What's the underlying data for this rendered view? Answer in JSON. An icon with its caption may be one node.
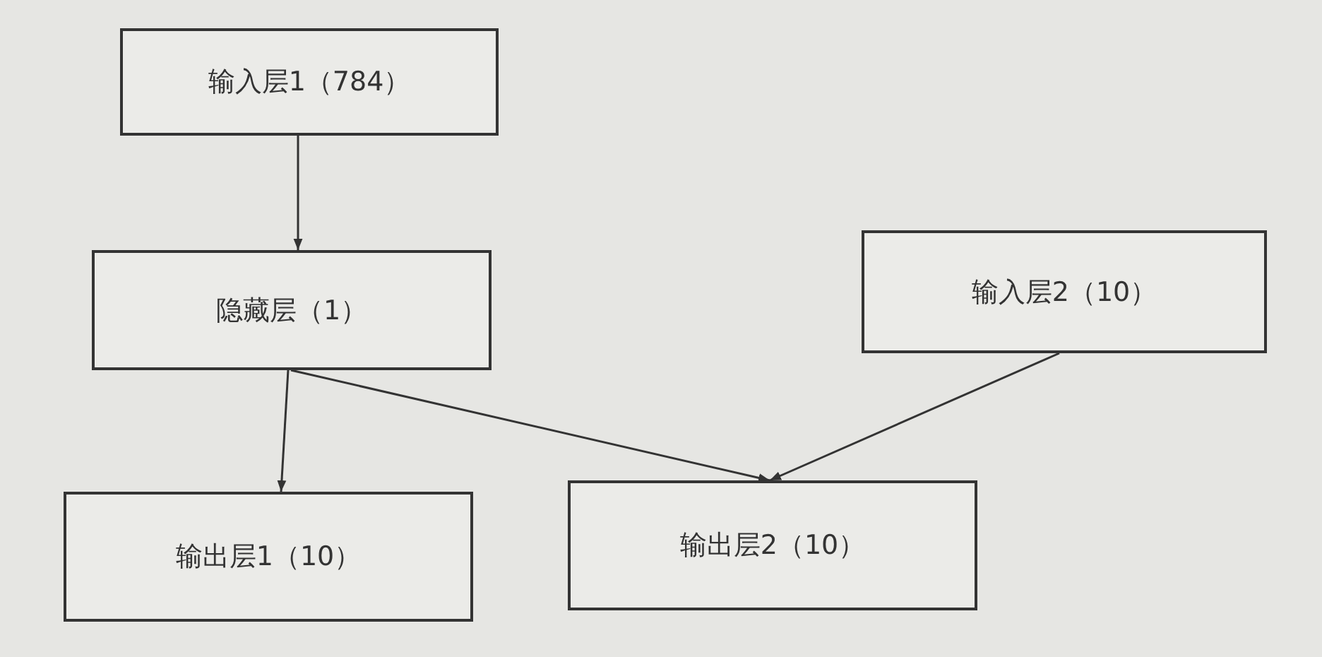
{
  "diagram": {
    "nodes": [
      {
        "text": [
          "输入层1（784）"
        ]
      },
      {
        "text": [
          "隐藏层（1）"
        ]
      },
      {
        "text": [
          "输入层2（10）"
        ]
      },
      {
        "text": [
          "输出层1（10）"
        ]
      },
      {
        "text": [
          "输出层2（10）"
        ]
      }
    ],
    "edges": [
      {
        "from": 0,
        "to": 1,
        "arrow": "to"
      },
      {
        "from": 1,
        "to": 3,
        "arrow": "to"
      },
      {
        "from": 1,
        "to": 4,
        "arrow": "to"
      },
      {
        "from": 2,
        "to": 4,
        "arrow": "to"
      }
    ]
  }
}
